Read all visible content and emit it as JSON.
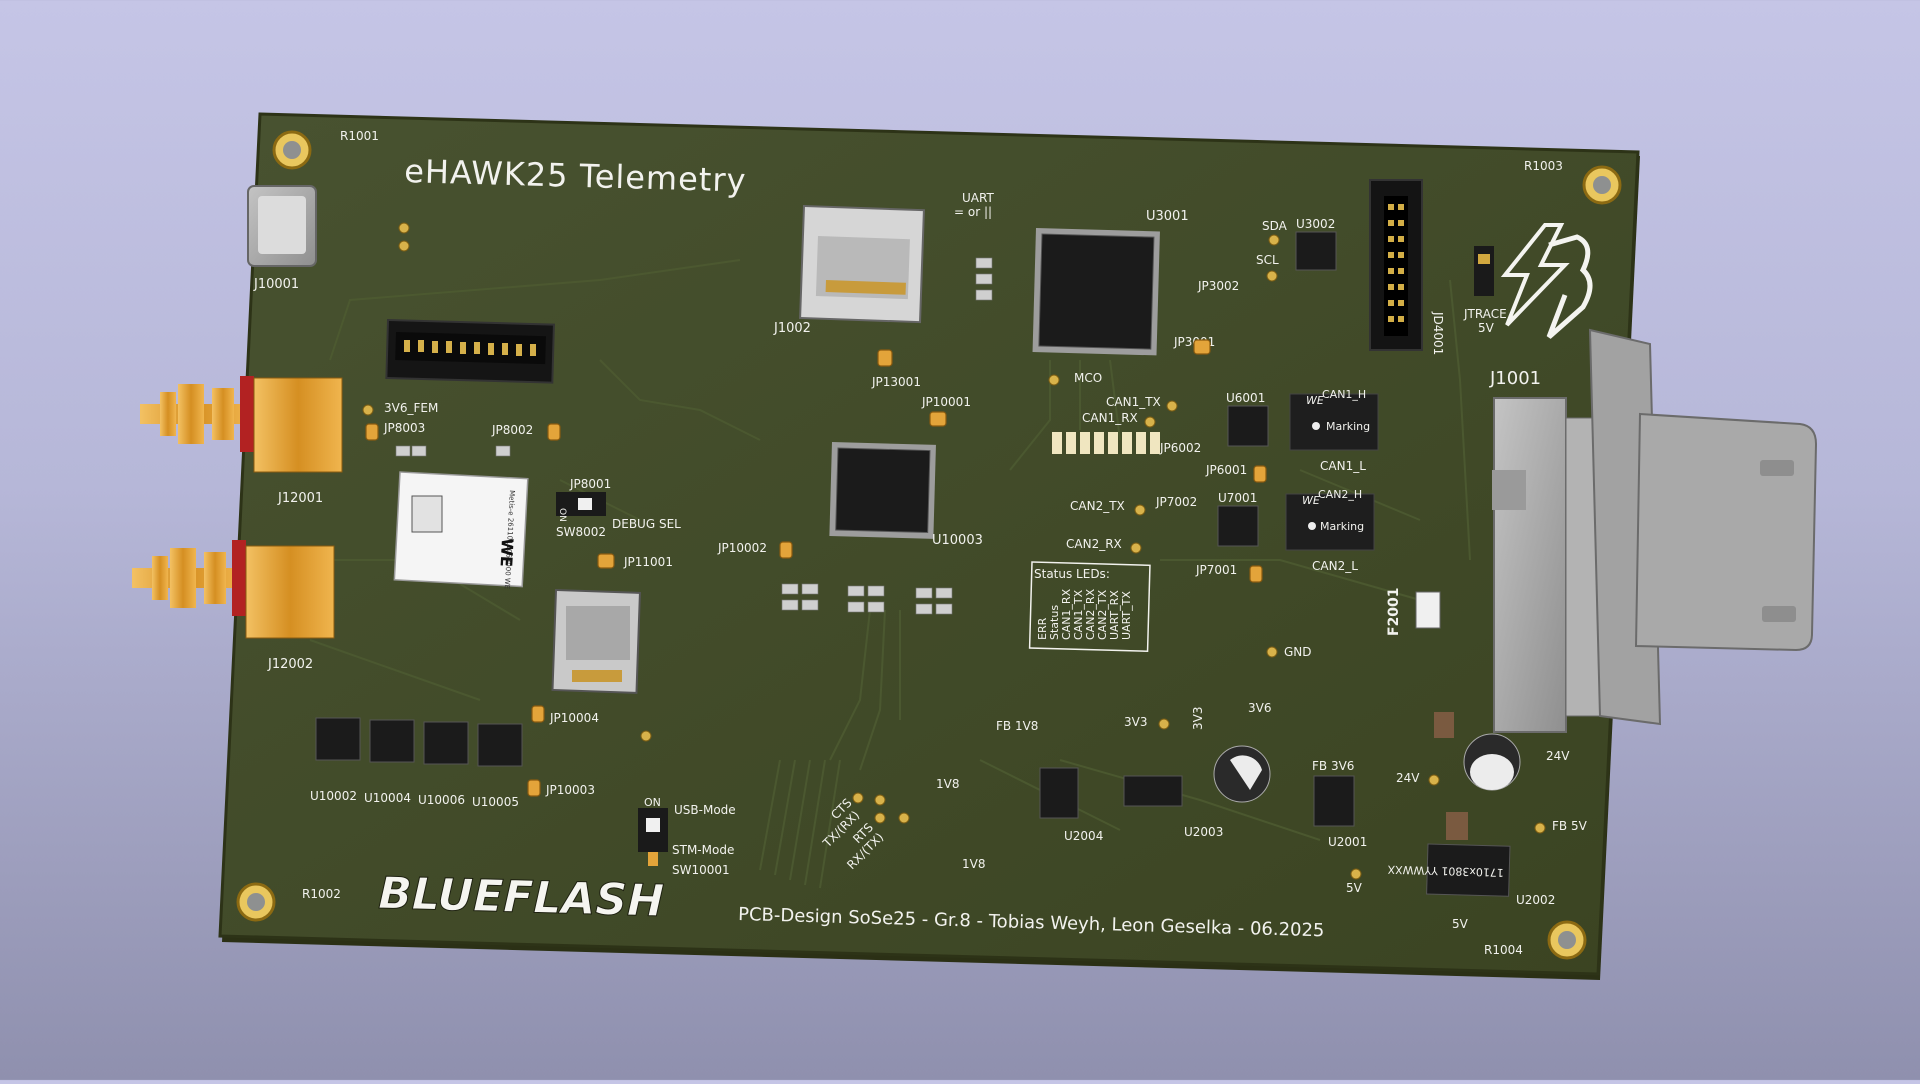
{
  "board": {
    "title": "eHAWK25 Telemetry",
    "footer": "PCB-Design SoSe25 - Gr.8 - Tobias Weyh, Leon Geselka - 06.2025",
    "logo_text": "BLUEFLASH",
    "status_leds_title": "Status LEDs:",
    "status_leds": [
      "ERR",
      "Status",
      "CAN1_RX",
      "CAN1_TX",
      "CAN2_RX",
      "CAN2_TX",
      "UART_RX",
      "UART_TX"
    ]
  },
  "refs": {
    "r1001": "R1001",
    "r1002": "R1002",
    "r1003": "R1003",
    "r1004": "R1004",
    "j10001": "J10001",
    "j1002": "J1002",
    "j12001": "J12001",
    "j12002": "J12002",
    "j1001": "J1001",
    "jd4001": "JD4001",
    "jtrace": "JTRACE",
    "jtrace_5v": "5V",
    "u3001": "U3001",
    "u3002": "U3002",
    "u6001": "U6001",
    "u7001": "U7001",
    "u10003": "U10003",
    "u10002": "U10002",
    "u10004": "U10004",
    "u10006": "U10006",
    "u10005": "U10005",
    "u2004": "U2004",
    "u2003": "U2003",
    "u2001": "U2001",
    "u2002": "U2002",
    "jp3002": "JP3002",
    "jp3001": "JP3001",
    "jp13001": "JP13001",
    "jp10001": "JP10001",
    "jp6002": "JP6002",
    "jp6001": "JP6001",
    "jp7002": "JP7002",
    "jp7001": "JP7001",
    "jp8003": "JP8003",
    "jp8002": "JP8002",
    "jp8001": "JP8001",
    "jp10002": "JP10002",
    "jp11001": "JP11001",
    "jp10004": "JP10004",
    "jp10003": "JP10003",
    "sw8002": "SW8002",
    "sw10001": "SW10001",
    "f2001": "F2001",
    "sda": "SDA",
    "scl": "SCL",
    "mco": "MCO",
    "can1_tx": "CAN1_TX",
    "can1_rx": "CAN1_RX",
    "can2_tx": "CAN2_TX",
    "can2_rx": "CAN2_RX",
    "can1_h": "CAN1_H",
    "can1_l": "CAN1_L",
    "can2_h": "CAN2_H",
    "can2_l": "CAN2_L",
    "uart": "UART",
    "uart_sub": "= or ||",
    "gnd": "GND",
    "v3v6_fem": "3V6_FEM",
    "debug_sel": "DEBUG SEL",
    "on": "ON",
    "usb_mode": "USB-Mode",
    "stm_mode": "STM-Mode",
    "cts": "CTS",
    "tx_rx": "TX/(RX)",
    "rts": "RTS",
    "rx_tx": "RX/(TX)",
    "fb_1v8": "FB 1V8",
    "v1v8a": "1V8",
    "v1v8b": "1V8",
    "v3v3a": "3V3",
    "v3v3b": "3V3",
    "v3v6": "3V6",
    "fb_3v6": "FB 3V6",
    "v24a": "24V",
    "v24b": "24V",
    "fb_5v": "FB 5V",
    "v5a": "5V",
    "v5b": "5V",
    "marking": "Marking",
    "we": "WE",
    "module_text": "Metis-e 2611011063000 WE",
    "inductor_text": "1710x3801 YYWWXX"
  },
  "colors": {
    "background_top": "#c5c5e6",
    "background_bottom": "#8f90ae",
    "pcb": "#414a27",
    "silkscreen": "#f2f2ee",
    "copper_pad": "#d8b24a",
    "sma_gold": "#e3a43a",
    "connector_grey": "#a8a8a8"
  }
}
